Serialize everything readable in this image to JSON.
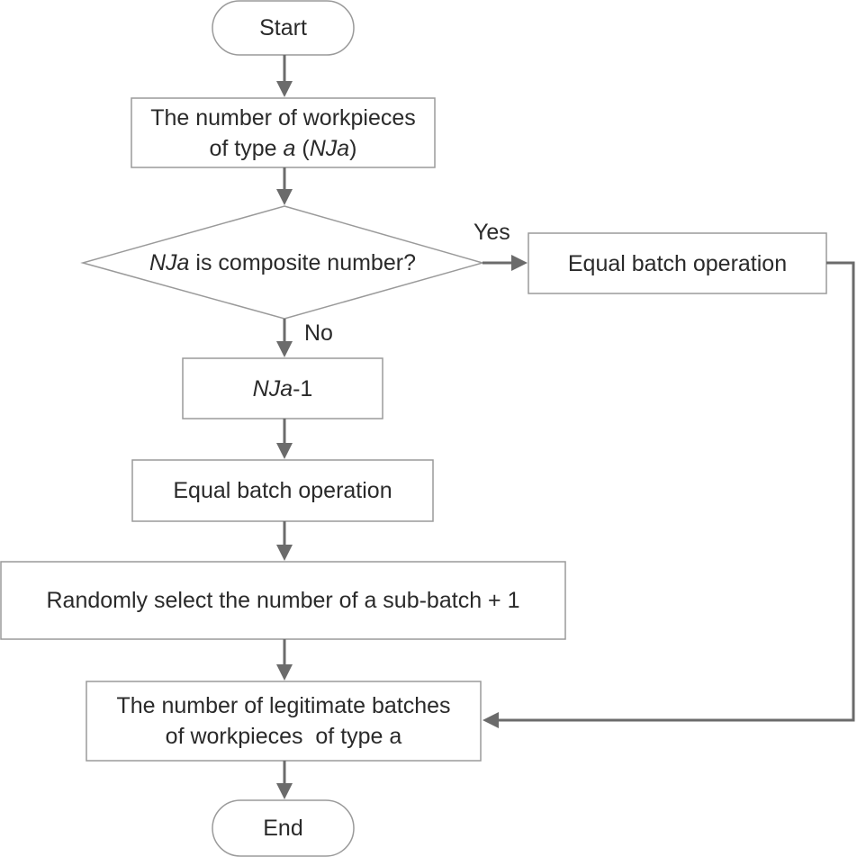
{
  "nodes": {
    "start": {
      "text": "Start"
    },
    "count": {
      "line1": "The number of workpieces",
      "line2_prefix": "of type ",
      "line2_var": "a",
      "line2_open": " (",
      "line2_var2": "NJa",
      "line2_close": ")"
    },
    "decision": {
      "var": "NJa",
      "text": " is composite number?"
    },
    "equal_yes": {
      "text": "Equal batch operation"
    },
    "decrement": {
      "var": "NJa",
      "text": "-1"
    },
    "equal_no": {
      "text": "Equal batch operation"
    },
    "random": {
      "text": "Randomly select the number of a sub-batch + 1"
    },
    "result": {
      "line1": "The number of legitimate batches",
      "line2": "of workpieces  of type a"
    },
    "end": {
      "text": "End"
    }
  },
  "edges": {
    "yes_label": "Yes",
    "no_label": "No"
  },
  "colors": {
    "connector": "#6b6b6b",
    "shape_border": "#9a9a9a",
    "text": "#2a2a2a"
  }
}
